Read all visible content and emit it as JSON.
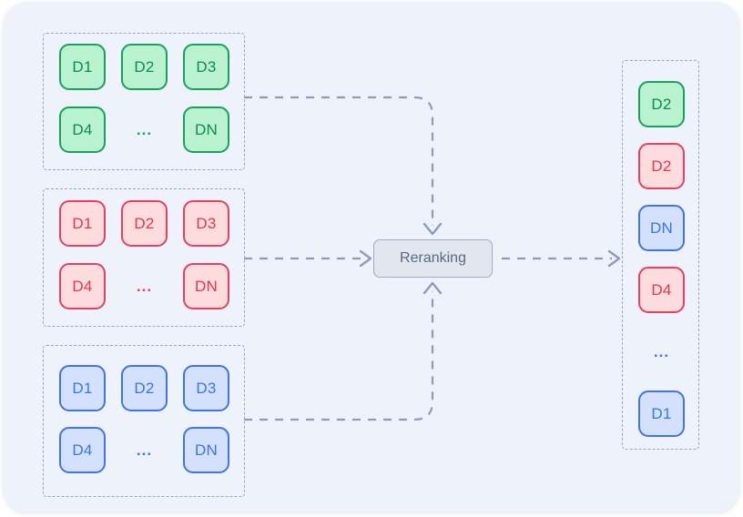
{
  "diagram": {
    "title": "Reranking",
    "colors": {
      "panel_bg": "#eef2fb",
      "group_border": "#9aa6c4",
      "green_fill": "#b9f2cf",
      "green_border": "#18a05c",
      "red_fill": "#fcdcdc",
      "red_border": "#ea3e5e",
      "blue_fill": "#d4e1fc",
      "blue_border": "#3f74e4",
      "wire": "#8e9bbb",
      "rerank_fill": "#e1e6ef",
      "rerank_text": "#5d6884"
    },
    "ellipsis": "...",
    "process": {
      "label": "Reranking"
    },
    "input_groups": [
      {
        "name": "green-result-set",
        "color": "green",
        "items": [
          "D1",
          "D2",
          "D3",
          "D4",
          "...",
          "DN"
        ]
      },
      {
        "name": "red-result-set",
        "color": "red",
        "items": [
          "D1",
          "D2",
          "D3",
          "D4",
          "...",
          "DN"
        ]
      },
      {
        "name": "blue-result-set",
        "color": "blue",
        "items": [
          "D1",
          "D2",
          "D3",
          "D4",
          "...",
          "DN"
        ]
      }
    ],
    "output_group": {
      "name": "reranked-result-list",
      "items": [
        {
          "label": "D2",
          "color": "green"
        },
        {
          "label": "D2",
          "color": "red"
        },
        {
          "label": "DN",
          "color": "blue"
        },
        {
          "label": "D4",
          "color": "red"
        },
        {
          "label": "...",
          "color": "blue",
          "is_ellipsis": true
        },
        {
          "label": "D1",
          "color": "blue"
        }
      ]
    }
  }
}
